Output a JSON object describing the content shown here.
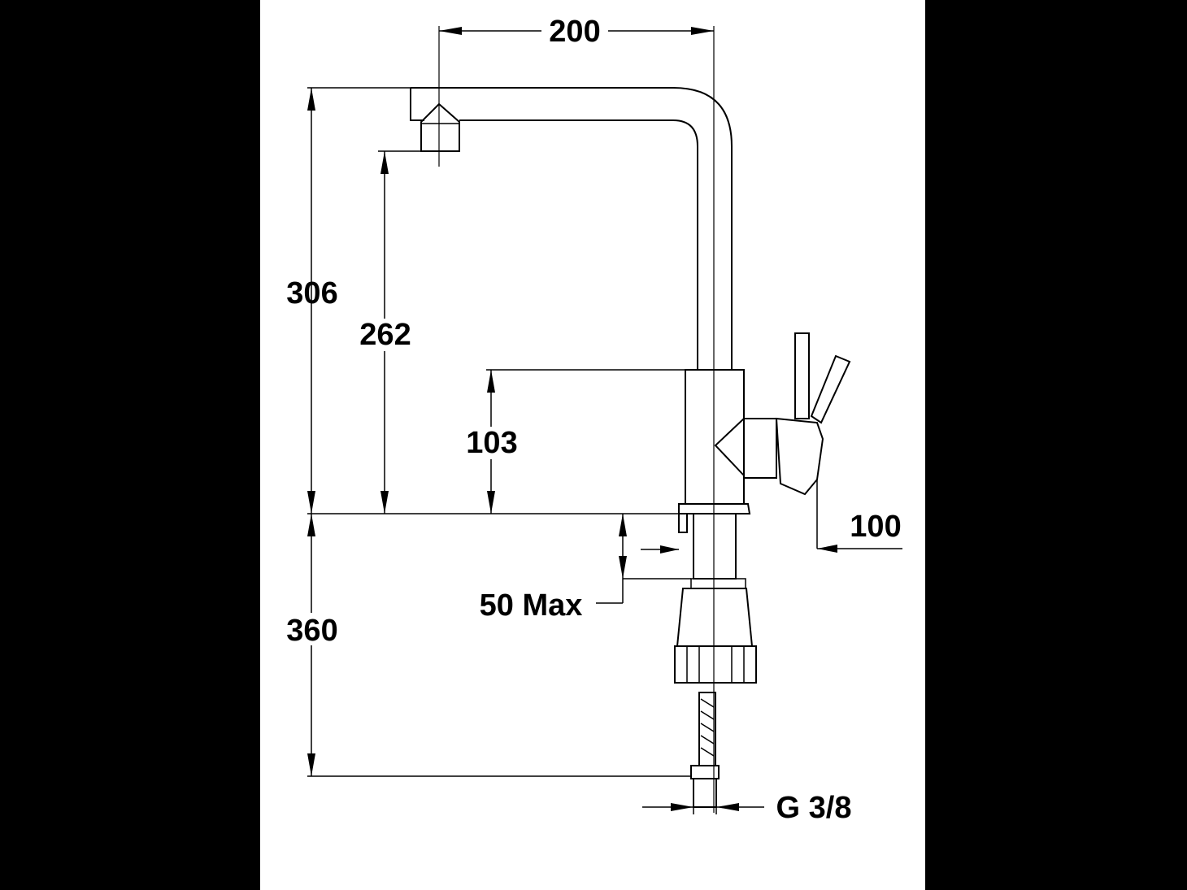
{
  "colors": {
    "background": "#000000",
    "sheet": "#ffffff",
    "ink": "#000000"
  },
  "dimensions": {
    "spout_reach": "200",
    "total_height": "306",
    "spout_height": "262",
    "body_height": "103",
    "handle_offset": "100",
    "max_deck_thickness": "50 Max",
    "hose_length": "360",
    "connection_thread": "G 3/8"
  }
}
